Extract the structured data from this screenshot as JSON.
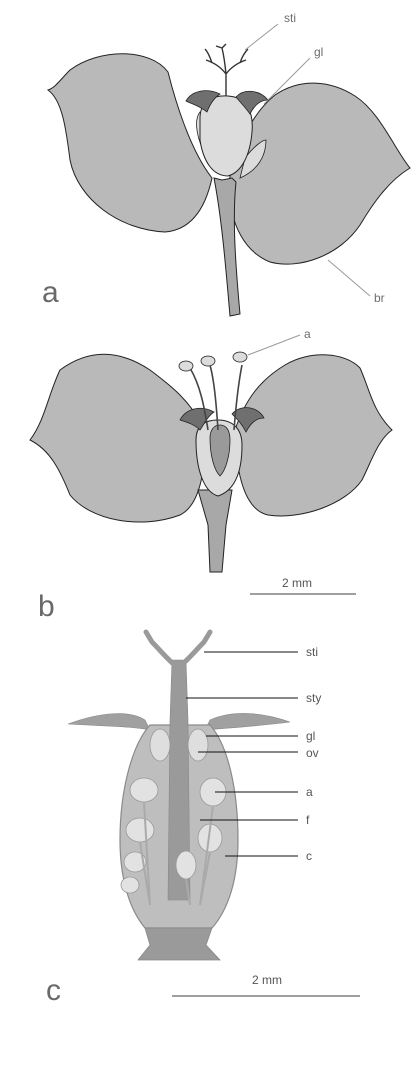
{
  "figure": {
    "panels": [
      {
        "id": "a",
        "label": "a"
      },
      {
        "id": "b",
        "label": "b"
      },
      {
        "id": "c",
        "label": "c"
      }
    ],
    "panel_a_labels": {
      "sti": "sti",
      "gl": "gl",
      "br": "br"
    },
    "panel_b_labels": {
      "a": "a"
    },
    "panel_c_labels": {
      "sti": "sti",
      "sty": "sty",
      "gl": "gl",
      "ov": "ov",
      "a": "a",
      "f": "f",
      "c": "c"
    },
    "scale_bars": [
      {
        "panel": "b",
        "text": "2 mm"
      },
      {
        "panel": "c",
        "text": "2 mm"
      }
    ],
    "colors": {
      "bract": "#b9b9b9",
      "gland": "#6f6f6f",
      "cyathium": "#dcdcdc",
      "outline": "#222222",
      "leader": "#9a9a9a"
    }
  }
}
